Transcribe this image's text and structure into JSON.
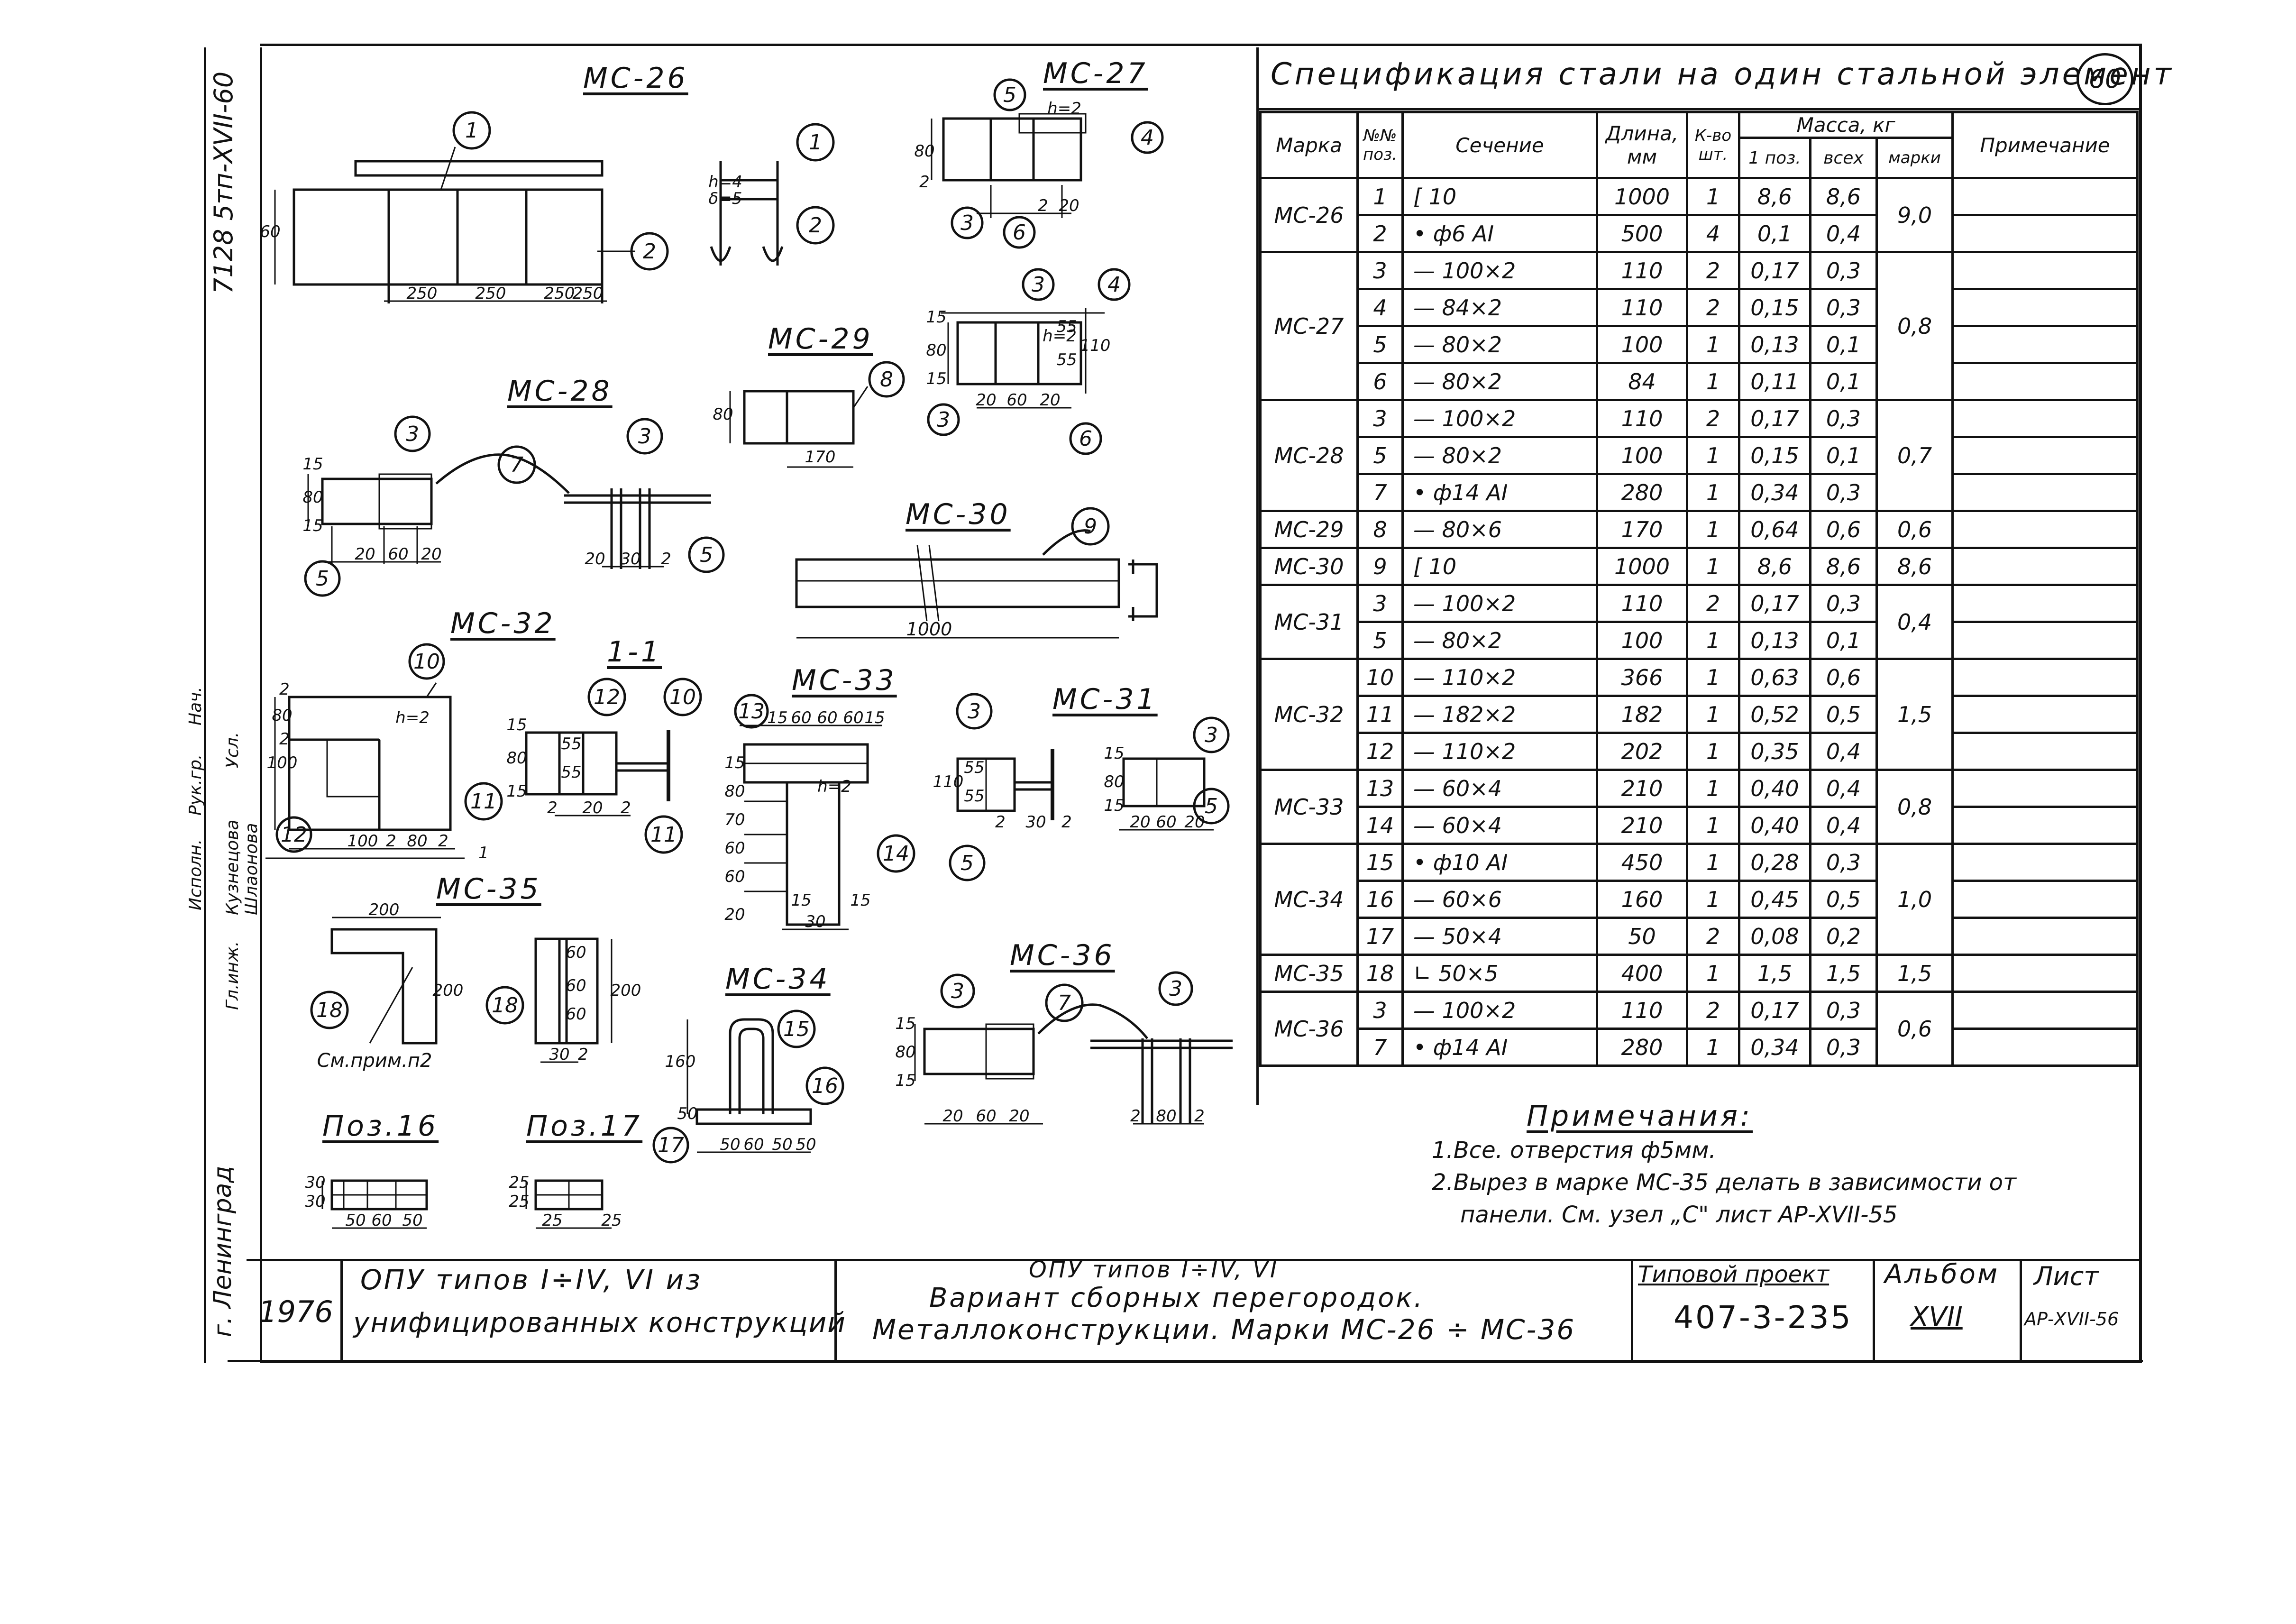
{
  "sheet_number": "60",
  "drawing_titles": {
    "mc26": "МС-26",
    "mc27": "МС-27",
    "mc28": "МС-28",
    "mc29": "МС-29",
    "mc30": "МС-30",
    "mc32": "МС-32",
    "sec11": "1-1",
    "mc33": "МС-33",
    "mc31": "МС-31",
    "mc35": "МС-35",
    "mc34": "МС-34",
    "mc36": "МС-36",
    "poz16": "Поз.16",
    "poz17": "Поз.17"
  },
  "callouts": {
    "mc26": [
      "1",
      "2",
      "1",
      "2"
    ],
    "mc27": [
      "5",
      "4",
      "3",
      "6"
    ],
    "mc27b": [
      "3",
      "4",
      "3",
      "6"
    ],
    "mc29": [
      "8"
    ],
    "mc28": [
      "3",
      "7",
      "3",
      "5",
      "5"
    ],
    "mc30": [
      "9"
    ],
    "mc32": [
      "10",
      "12",
      "11"
    ],
    "sec11": [
      "12",
      "10",
      "11"
    ],
    "mc33": [
      "13",
      "14"
    ],
    "mc31": [
      "3",
      "3",
      "5",
      "5"
    ],
    "mc35": [
      "18",
      "18"
    ],
    "mc34": [
      "15",
      "16",
      "17"
    ],
    "mc36": [
      "3",
      "7",
      "3"
    ]
  },
  "dims": {
    "mc26": [
      "250",
      "250",
      "250",
      "250",
      "60"
    ],
    "mc27": [
      "h=2",
      "2",
      "80",
      "2",
      "20",
      "h=4",
      "δ=5"
    ],
    "mc27b": [
      "15",
      "80",
      "15",
      "20",
      "60",
      "20",
      "55",
      "55",
      "110",
      "h=2"
    ],
    "mc29": [
      "80",
      "170"
    ],
    "mc28": [
      "15",
      "80",
      "15",
      "20",
      "60",
      "20",
      "20",
      "30",
      "2"
    ],
    "mc30": [
      "1000"
    ],
    "mc32": [
      "2",
      "80",
      "2",
      "100",
      "h=2",
      "100",
      "2",
      "80",
      "2",
      "1"
    ],
    "sec11": [
      "15",
      "80",
      "15",
      "55",
      "55",
      "2",
      "20",
      "2"
    ],
    "mc33": [
      "15",
      "60",
      "60",
      "60",
      "15",
      "15",
      "80",
      "70",
      "60",
      "60",
      "20",
      "15",
      "15",
      "30",
      "h=2"
    ],
    "mc31": [
      "110",
      "55",
      "55",
      "2",
      "30",
      "2",
      "15",
      "80",
      "15",
      "20",
      "60",
      "20"
    ],
    "mc35": [
      "200",
      "200",
      "60",
      "60",
      "60",
      "200",
      "30",
      "2"
    ],
    "mc35_note": "См.прим.п2",
    "mc34": [
      "160",
      "50",
      "50",
      "60",
      "50",
      "50"
    ],
    "mc36": [
      "15",
      "80",
      "15",
      "20",
      "60",
      "20",
      "2",
      "80",
      "2"
    ],
    "poz16": [
      "30",
      "30",
      "50",
      "60",
      "50"
    ],
    "poz17": [
      "25",
      "25",
      "25",
      "25"
    ]
  },
  "spec": {
    "title": "Спецификация стали на один стальной элемент",
    "headers": {
      "marka": "Марка",
      "poz": "№№ поз.",
      "sechenie": "Сечение",
      "dlina": "Длина, мм",
      "kolvo": "К-во шт.",
      "massa": "Масса, кг",
      "m1": "1 поз.",
      "mall": "всех",
      "mmark": "марки",
      "prim": "Примечание"
    },
    "rows": [
      {
        "marka": "МС-26",
        "poz": "1",
        "sec": "[ 10",
        "len": "1000",
        "qty": "1",
        "m1": "8,6",
        "mall": "8,6",
        "mmark": "9,0"
      },
      {
        "marka": "",
        "poz": "2",
        "sec": "• ф6 AI",
        "len": "500",
        "qty": "4",
        "m1": "0,1",
        "mall": "0,4",
        "mmark": ""
      },
      {
        "marka": "МС-27",
        "poz": "3",
        "sec": "— 100×2",
        "len": "110",
        "qty": "2",
        "m1": "0,17",
        "mall": "0,3",
        "mmark": "0,8"
      },
      {
        "marka": "",
        "poz": "4",
        "sec": "— 84×2",
        "len": "110",
        "qty": "2",
        "m1": "0,15",
        "mall": "0,3",
        "mmark": ""
      },
      {
        "marka": "",
        "poz": "5",
        "sec": "— 80×2",
        "len": "100",
        "qty": "1",
        "m1": "0,13",
        "mall": "0,1",
        "mmark": ""
      },
      {
        "marka": "",
        "poz": "6",
        "sec": "— 80×2",
        "len": "84",
        "qty": "1",
        "m1": "0,11",
        "mall": "0,1",
        "mmark": ""
      },
      {
        "marka": "МС-28",
        "poz": "3",
        "sec": "— 100×2",
        "len": "110",
        "qty": "2",
        "m1": "0,17",
        "mall": "0,3",
        "mmark": "0,7"
      },
      {
        "marka": "",
        "poz": "5",
        "sec": "— 80×2",
        "len": "100",
        "qty": "1",
        "m1": "0,15",
        "mall": "0,1",
        "mmark": ""
      },
      {
        "marka": "",
        "poz": "7",
        "sec": "• ф14 AI",
        "len": "280",
        "qty": "1",
        "m1": "0,34",
        "mall": "0,3",
        "mmark": ""
      },
      {
        "marka": "МС-29",
        "poz": "8",
        "sec": "— 80×6",
        "len": "170",
        "qty": "1",
        "m1": "0,64",
        "mall": "0,6",
        "mmark": "0,6"
      },
      {
        "marka": "МС-30",
        "poz": "9",
        "sec": "[ 10",
        "len": "1000",
        "qty": "1",
        "m1": "8,6",
        "mall": "8,6",
        "mmark": "8,6"
      },
      {
        "marka": "МС-31",
        "poz": "3",
        "sec": "— 100×2",
        "len": "110",
        "qty": "2",
        "m1": "0,17",
        "mall": "0,3",
        "mmark": "0,4"
      },
      {
        "marka": "",
        "poz": "5",
        "sec": "— 80×2",
        "len": "100",
        "qty": "1",
        "m1": "0,13",
        "mall": "0,1",
        "mmark": ""
      },
      {
        "marka": "МС-32",
        "poz": "10",
        "sec": "— 110×2",
        "len": "366",
        "qty": "1",
        "m1": "0,63",
        "mall": "0,6",
        "mmark": "1,5"
      },
      {
        "marka": "",
        "poz": "11",
        "sec": "— 182×2",
        "len": "182",
        "qty": "1",
        "m1": "0,52",
        "mall": "0,5",
        "mmark": ""
      },
      {
        "marka": "",
        "poz": "12",
        "sec": "— 110×2",
        "len": "202",
        "qty": "1",
        "m1": "0,35",
        "mall": "0,4",
        "mmark": ""
      },
      {
        "marka": "МС-33",
        "poz": "13",
        "sec": "— 60×4",
        "len": "210",
        "qty": "1",
        "m1": "0,40",
        "mall": "0,4",
        "mmark": "0,8"
      },
      {
        "marka": "",
        "poz": "14",
        "sec": "— 60×4",
        "len": "210",
        "qty": "1",
        "m1": "0,40",
        "mall": "0,4",
        "mmark": ""
      },
      {
        "marka": "МС-34",
        "poz": "15",
        "sec": "• ф10 AI",
        "len": "450",
        "qty": "1",
        "m1": "0,28",
        "mall": "0,3",
        "mmark": "1,0"
      },
      {
        "marka": "",
        "poz": "16",
        "sec": "— 60×6",
        "len": "160",
        "qty": "1",
        "m1": "0,45",
        "mall": "0,5",
        "mmark": ""
      },
      {
        "marka": "",
        "poz": "17",
        "sec": "— 50×4",
        "len": "50",
        "qty": "2",
        "m1": "0,08",
        "mall": "0,2",
        "mmark": ""
      },
      {
        "marka": "МС-35",
        "poz": "18",
        "sec": "∟ 50×5",
        "len": "400",
        "qty": "1",
        "m1": "1,5",
        "mall": "1,5",
        "mmark": "1,5"
      },
      {
        "marka": "МС-36",
        "poz": "3",
        "sec": "— 100×2",
        "len": "110",
        "qty": "2",
        "m1": "0,17",
        "mall": "0,3",
        "mmark": "0,6"
      },
      {
        "marka": "",
        "poz": "7",
        "sec": "• ф14 AI",
        "len": "280",
        "qty": "1",
        "m1": "0,34",
        "mall": "0,3",
        "mmark": ""
      }
    ]
  },
  "notes": {
    "title": "Примечания:",
    "n1": "1.Все. отверстия ф5мм.",
    "n2": "2.Вырез в марке МС-35 делать в зависимости от",
    "n2b": "панели. См. узел „С\" лист АР-XVII-55"
  },
  "title_block": {
    "year": "1976",
    "opu1": "ОПУ типов I÷IV, VI из",
    "opu2": "унифицированных конструкций",
    "center1": "ОПУ типов I÷IV, VI",
    "center2": "Вариант сборных перегородок.",
    "center3": "Металлоконструкции. Марки МС-26 ÷ МС-36",
    "proj_label": "Типовой проект",
    "proj_value": "407-3-235",
    "album_label": "Альбом",
    "album_value": "XVII",
    "sheet_label": "Лист",
    "sheet_value": "АР-XVII-56"
  },
  "side": {
    "code": "7128 5тп-XVII-60",
    "city": "г. Ленинград",
    "nach": "Нач.",
    "rukov": "Рук.гр.",
    "ispoln": "Исполн.",
    "gl_inzh": "Гл.инж.",
    "name1": "Кузнецова",
    "name2": "Шлаонова",
    "sign": "Усл."
  }
}
